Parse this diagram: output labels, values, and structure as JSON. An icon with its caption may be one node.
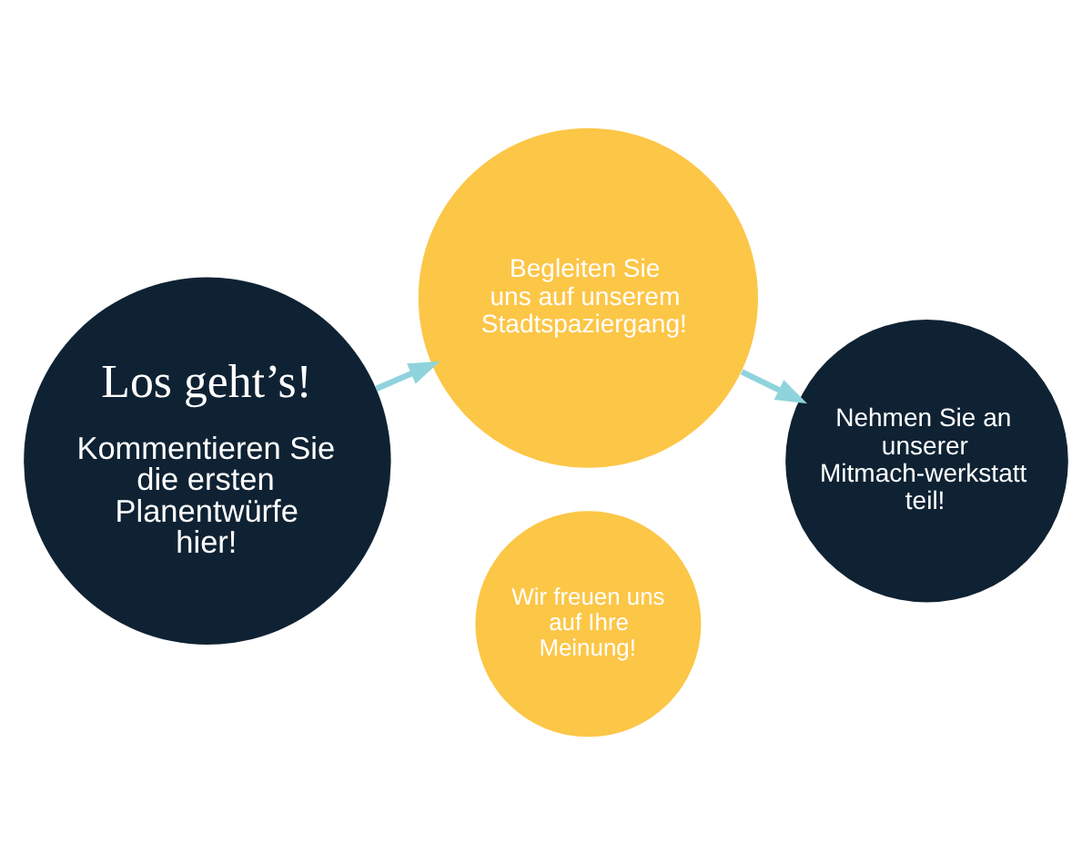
{
  "diagram": {
    "nodes": [
      {
        "text": [
          "Los geht’s!",
          "Kommentieren Sie die ersten Planentwürfe hier!"
        ]
      },
      {
        "text": [
          "Begleiten Sie uns auf unserem Stadtspaziergang!"
        ]
      },
      {
        "text": [
          "Nehmen Sie an unserer Mitmach-werkstatt teil!"
        ]
      },
      {
        "text": [
          "Wir freuen uns auf Ihre Meinung!"
        ]
      }
    ],
    "edges": [
      {
        "from": 0,
        "to": 1,
        "arrow": "to"
      },
      {
        "from": 1,
        "to": 2,
        "arrow": "to"
      }
    ]
  }
}
